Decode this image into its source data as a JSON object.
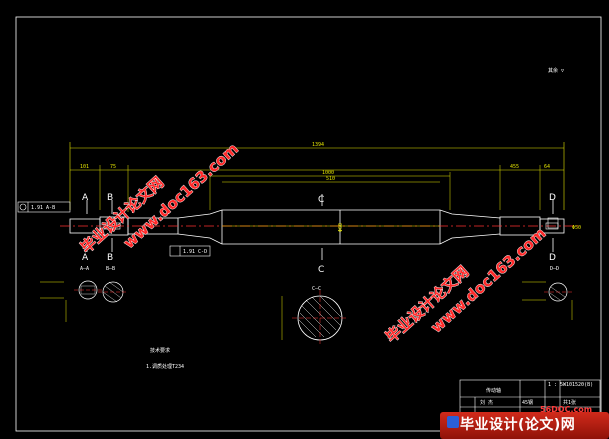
{
  "drawing": {
    "corner_note": "其余 ▽",
    "overall_length": "1394",
    "dim_left_1": "101",
    "dim_left_2": "75",
    "dim_mid": "1000",
    "dim_center": "510",
    "dim_right_1": "455",
    "dim_right_2": "64",
    "dim_dia_shaft": "Φ60",
    "dim_dia_end": "Φ50",
    "section_a": "A",
    "section_b": "B",
    "section_c": "C",
    "section_d": "D",
    "section_label_aa": "A—A",
    "section_label_bb": "B—B",
    "section_label_cc": "C—C",
    "section_label_dd": "D—D",
    "tolerance_left": "1.91 A-B",
    "tolerance_mid": "1.91 C-D",
    "note_title": "技术要求",
    "note_line": "1.调质处理T234"
  },
  "title_block": {
    "part_name": "传动轴",
    "scale": "1 : 5",
    "drawing_no": "W101520(B)",
    "designer": "刘  杰",
    "material": "45钢",
    "sheet": "共1张"
  },
  "watermarks": {
    "top_cn": "毕业设计论文网",
    "top_url": "www.doc163.com",
    "bottom_cn": "毕业设计论文网",
    "bottom_url": "www.doc163.com"
  },
  "brand": {
    "domain": "56DOC.com",
    "text": "毕业设计(论文)网"
  },
  "colors": {
    "background": "#000000",
    "line": "#ffffff",
    "dimension": "#e6e600",
    "centerline": "#ff3030",
    "hatch": "#ffffff",
    "watermark": "#ff2a2a"
  }
}
